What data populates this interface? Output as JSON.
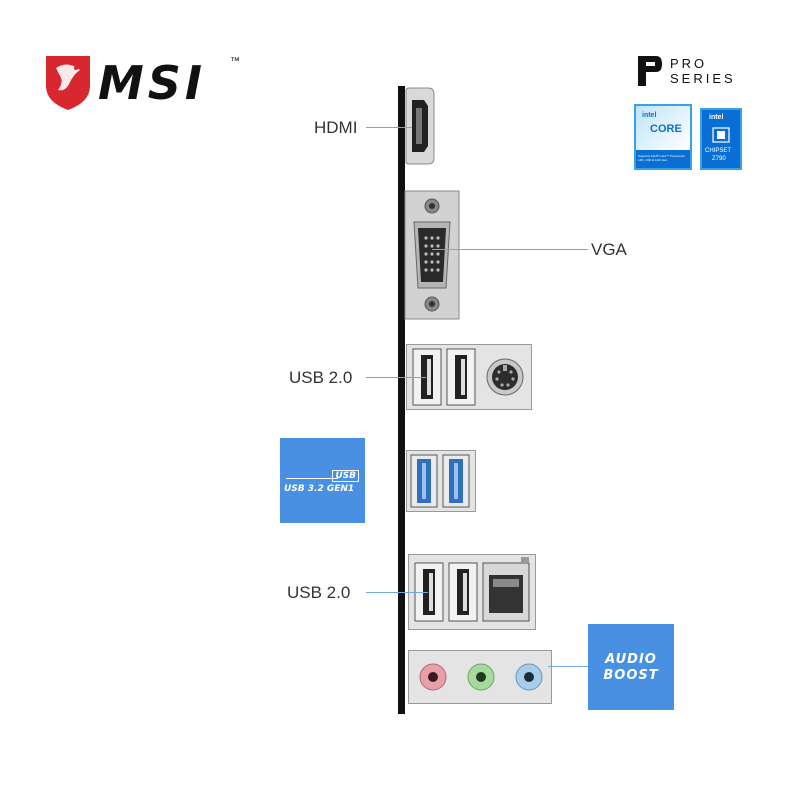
{
  "brand": {
    "name": "MSI",
    "tm": "™"
  },
  "series": {
    "line1": "PRO",
    "line2": "SERIES"
  },
  "intel_core": {
    "brand": "intel",
    "name": "CORE",
    "caption": "Supports Intel® Core™ Processors 14th, 13th & 12th Gen"
  },
  "intel_chipset": {
    "brand": "intel",
    "line1": "CHIPSET",
    "line2": "Z790"
  },
  "ports": {
    "hdmi": "HDMI",
    "vga": "VGA",
    "usb2_top": "USB 2.0",
    "usb2_bottom": "USB 2.0"
  },
  "badges": {
    "usb_logo": "USB",
    "usb_gen": "USB 3.2 GEN1",
    "audio_line1": "AUDIO",
    "audio_line2": "BOOST"
  },
  "colors": {
    "accent_blue": "#4a90e2",
    "msi_red": "#d7282f",
    "intel_blue": "#0a6fd4",
    "usb3_blue": "#2f6fbf",
    "audio_pink": "#e8a0a8",
    "audio_green": "#a8d8a0",
    "audio_blue": "#a8cde8"
  }
}
